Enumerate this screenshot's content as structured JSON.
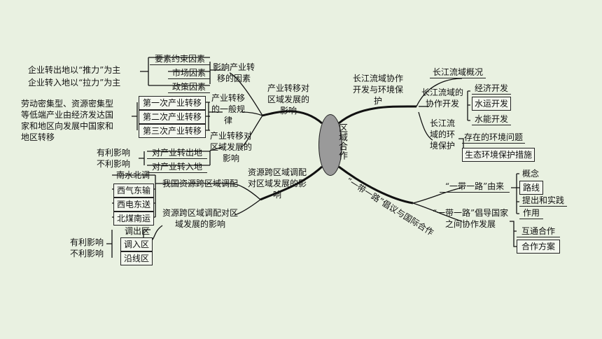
{
  "center": "区域合作",
  "left_top": {
    "title": "产业转移对区域发展的影响",
    "factors": {
      "title": "影响产业转移的因素",
      "items": [
        "要素约束因素",
        "市场因素",
        "政策因素"
      ],
      "note1": "企业转出地以“推力”为主",
      "note2": "企业转入地以“拉力”为主"
    },
    "law": {
      "title": "产业转移的一般规律",
      "items": [
        "第一次产业转移",
        "第二次产业转移",
        "第三次产业转移"
      ],
      "note": [
        "劳动密集型、资源密集型",
        "等低端产业由经济发达国",
        "家和地区向发展中国家和",
        "地区转移"
      ]
    },
    "impact": {
      "title": "产业转移对区域发展的影响",
      "items": [
        "对产业转出地",
        "对产业转入地"
      ],
      "note1": "有利影响",
      "note2": "不利影响"
    }
  },
  "left_bottom": {
    "title": "资源跨区域调配对区域发展的影响",
    "domestic": {
      "title": "我国资源跨区域调配",
      "items": [
        "南水北调",
        "西气东输",
        "西电东送",
        "北煤南运"
      ]
    },
    "impact": {
      "title": "资源跨区域调配对区域发展的影响",
      "items": [
        "调出区",
        "调入区",
        "沿线区"
      ],
      "note1": "有利影响",
      "note2": "不利影响"
    }
  },
  "right_top": {
    "title": "长江流域协作开发与环境保护",
    "overview": "长江流域概况",
    "coop": {
      "title": "长江流域的协作开发",
      "items": [
        "经济开发",
        "水运开发",
        "水能开发"
      ]
    },
    "env": {
      "title": "长江流域的环境保护",
      "items": [
        "存在的环境问题",
        "生态环境保护措施"
      ]
    }
  },
  "right_bottom": {
    "title": "“一带一路”倡议与国际合作",
    "origin": {
      "title": "“一带一路”由来",
      "items": [
        "概念",
        "路线",
        "提出和实践",
        "作用"
      ]
    },
    "lead": {
      "title": "“一带一路”倡导国家之间协作发展",
      "items": [
        "互通合作",
        "合作方案"
      ]
    }
  }
}
